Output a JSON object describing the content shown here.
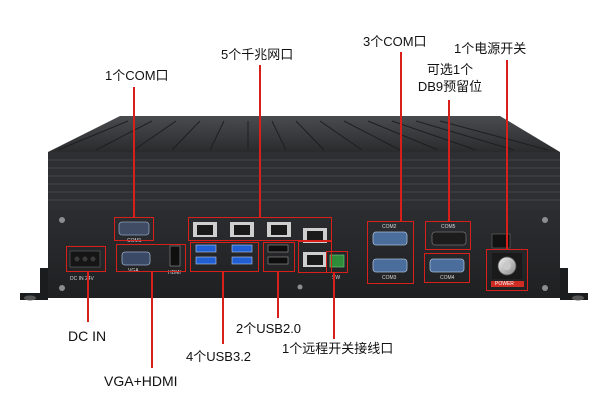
{
  "callouts": {
    "com_single": "1个COM口",
    "lan_ports": "5个千兆网口",
    "com_triple": "3个COM口",
    "power_switch": "1个电源开关",
    "db9_reserved_line1": "可选1个",
    "db9_reserved_line2": "DB9预留位",
    "dc_in": "DC IN",
    "vga_hdmi": "VGA+HDMI",
    "usb32": "4个USB3.2",
    "usb20": "2个USB2.0",
    "remote_switch": "1个远程开关接线口"
  },
  "panel_print": {
    "com1": "COM1",
    "com2": "COM2",
    "com3": "COM3",
    "com4": "COM4",
    "com5": "COM5",
    "dc_in_24v": "DC IN 24V",
    "vga": "VGA",
    "hdmi": "HDMI",
    "sw": "SW",
    "power": "POWER"
  },
  "colors": {
    "callout_red": "#d8201a",
    "chassis": "#2b2c2e",
    "usb3_blue": "#1f5fd1",
    "com_blue": "#4a6d9c"
  }
}
